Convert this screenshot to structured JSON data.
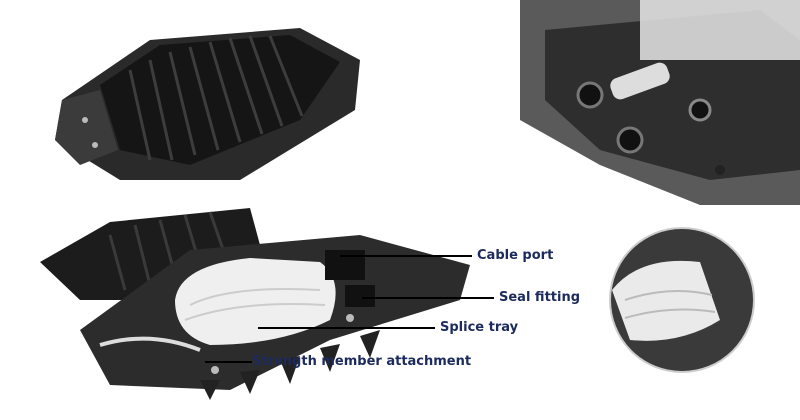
{
  "callouts": {
    "cable_port": "Cable port",
    "seal_fitting": "Seal fitting",
    "splice_tray": "Splice tray",
    "strength_member": "Strength member attachment"
  },
  "colors": {
    "label_text": "#1c2a5c",
    "closure_body": "#1f1f1f",
    "base_gray": "#3a3a3a",
    "tray_white": "#eeeeee"
  }
}
